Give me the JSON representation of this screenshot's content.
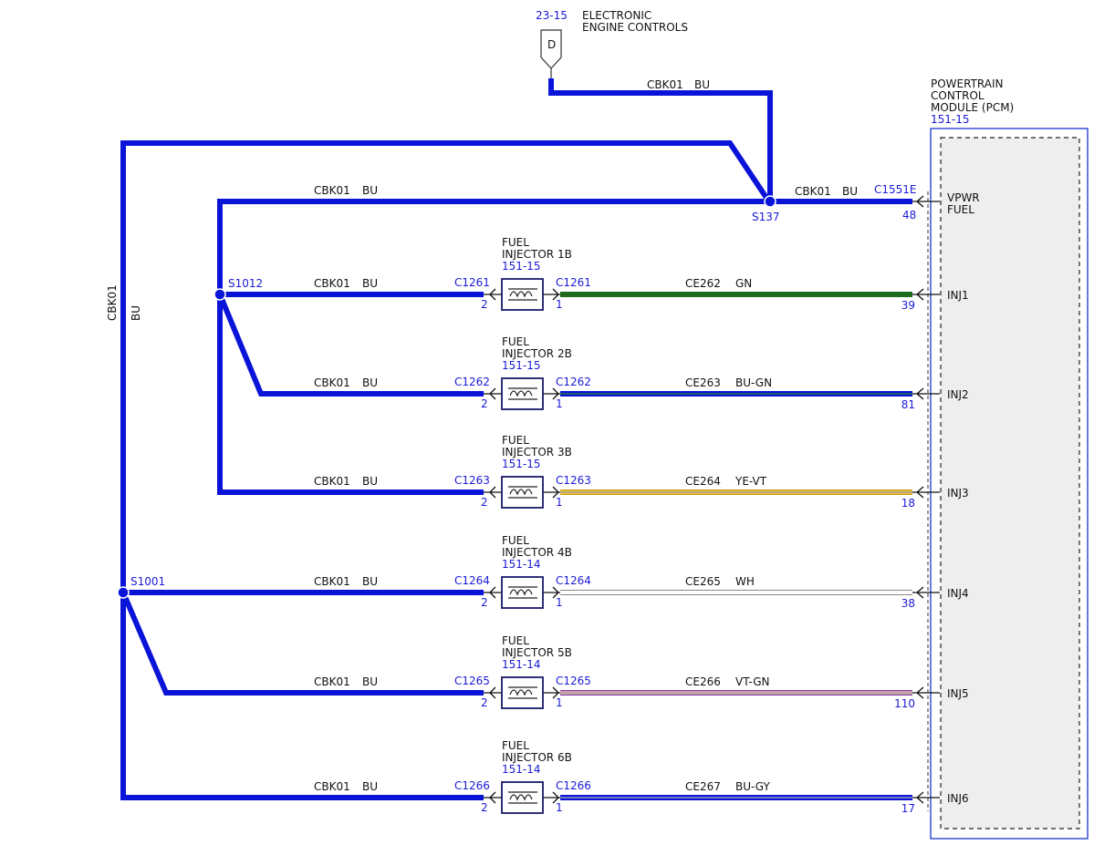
{
  "colors": {
    "wire_blue": "#0a14d8",
    "wire_green": "#1f6b1f",
    "ref_blue": "#1a1ad6",
    "module_fill": "#eeeeee",
    "module_border": "#3a4fd8"
  },
  "top_connector": {
    "ref": "23-15",
    "label_line1": "ELECTRONIC",
    "label_line2": "ENGINE CONTROLS",
    "connector_letter": "D",
    "wire_label": "CBK01",
    "wire_color": "BU"
  },
  "module": {
    "line1": "POWERTRAIN",
    "line2": "CONTROL",
    "line3": "MODULE (PCM)",
    "ref": "151-15",
    "connector": "C1551E"
  },
  "splices": {
    "s137": "S137",
    "s1012": "S1012",
    "s1001": "S1001"
  },
  "vertical_wire": {
    "label": "CBK01",
    "color": "BU"
  },
  "vpwr": {
    "wire_label": "CBK01",
    "wire_color": "BU",
    "pin": "48",
    "pin_name_line1": "VPWR",
    "pin_name_line2": "FUEL"
  },
  "left_wire_labels": {
    "top_wire": "CBK01",
    "top_wire_color": "BU"
  },
  "injectors": [
    {
      "line1": "FUEL",
      "line2": "INJECTOR 1B",
      "ref": "151-15",
      "connector": "C1261",
      "left_wire": "CBK01",
      "left_color": "BU",
      "left_pin": "2",
      "right_pin": "1",
      "circuit": "CE262",
      "circuit_color": "GN",
      "pcm_pin": "39",
      "pcm_name": "INJ1"
    },
    {
      "line1": "FUEL",
      "line2": "INJECTOR 2B",
      "ref": "151-15",
      "connector": "C1262",
      "left_wire": "CBK01",
      "left_color": "BU",
      "left_pin": "2",
      "right_pin": "1",
      "circuit": "CE263",
      "circuit_color": "BU-GN",
      "pcm_pin": "81",
      "pcm_name": "INJ2"
    },
    {
      "line1": "FUEL",
      "line2": "INJECTOR 3B",
      "ref": "151-15",
      "connector": "C1263",
      "left_wire": "CBK01",
      "left_color": "BU",
      "left_pin": "2",
      "right_pin": "1",
      "circuit": "CE264",
      "circuit_color": "YE-VT",
      "pcm_pin": "18",
      "pcm_name": "INJ3"
    },
    {
      "line1": "FUEL",
      "line2": "INJECTOR 4B",
      "ref": "151-14",
      "connector": "C1264",
      "left_wire": "CBK01",
      "left_color": "BU",
      "left_pin": "2",
      "right_pin": "1",
      "circuit": "CE265",
      "circuit_color": "WH",
      "pcm_pin": "38",
      "pcm_name": "INJ4"
    },
    {
      "line1": "FUEL",
      "line2": "INJECTOR 5B",
      "ref": "151-14",
      "connector": "C1265",
      "left_wire": "CBK01",
      "left_color": "BU",
      "left_pin": "2",
      "right_pin": "1",
      "circuit": "CE266",
      "circuit_color": "VT-GN",
      "pcm_pin": "110",
      "pcm_name": "INJ5"
    },
    {
      "line1": "FUEL",
      "line2": "INJECTOR 6B",
      "ref": "151-14",
      "connector": "C1266",
      "left_wire": "CBK01",
      "left_color": "BU",
      "left_pin": "2",
      "right_pin": "1",
      "circuit": "CE267",
      "circuit_color": "BU-GY",
      "pcm_pin": "17",
      "pcm_name": "INJ6"
    }
  ]
}
